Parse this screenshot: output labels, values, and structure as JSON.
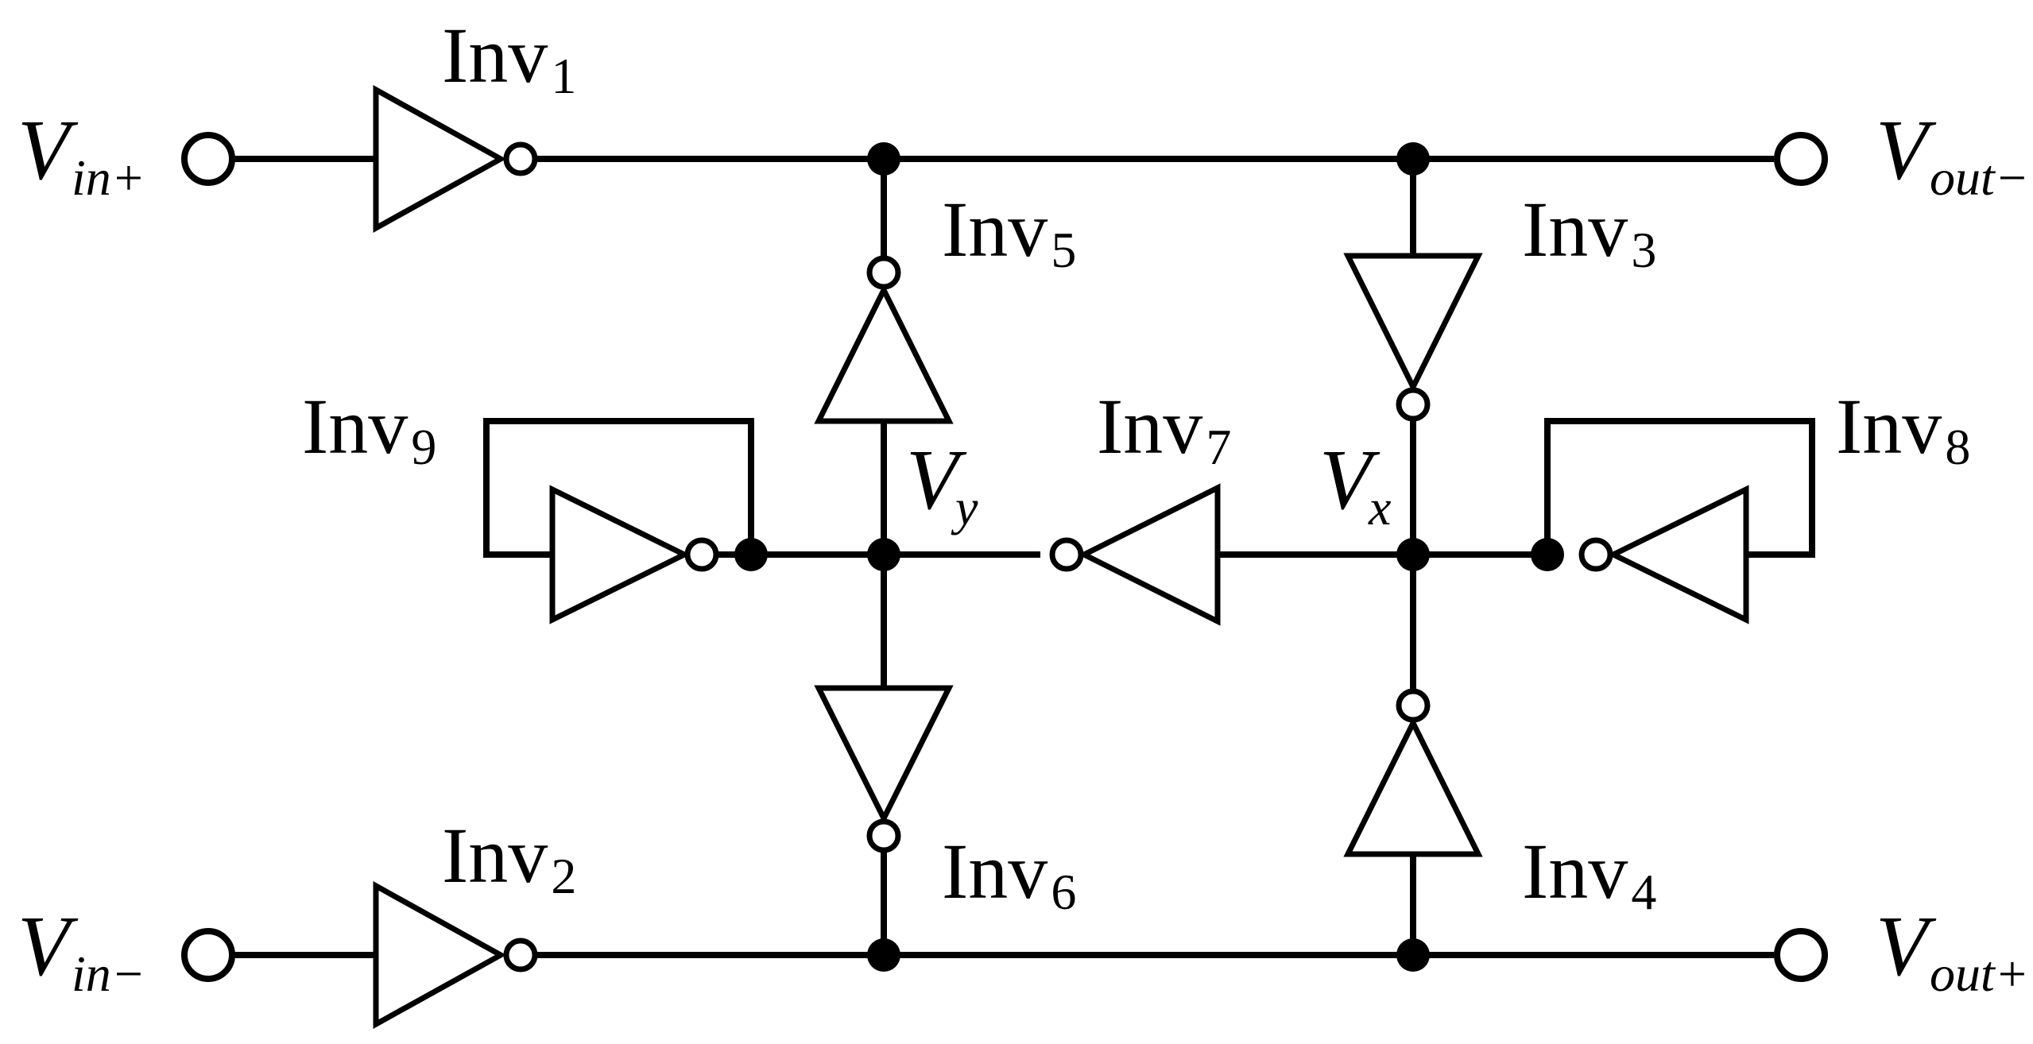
{
  "diagram": {
    "title": "",
    "colors": {
      "line": "#000000",
      "background": "#ffffff"
    },
    "inverters": [
      {
        "id": "inv1",
        "base": "Inv",
        "sub": "1"
      },
      {
        "id": "inv2",
        "base": "Inv",
        "sub": "2"
      },
      {
        "id": "inv3",
        "base": "Inv",
        "sub": "3"
      },
      {
        "id": "inv4",
        "base": "Inv",
        "sub": "4"
      },
      {
        "id": "inv5",
        "base": "Inv",
        "sub": "5"
      },
      {
        "id": "inv6",
        "base": "Inv",
        "sub": "6"
      },
      {
        "id": "inv7",
        "base": "Inv",
        "sub": "7"
      },
      {
        "id": "inv8",
        "base": "Inv",
        "sub": "8"
      },
      {
        "id": "inv9",
        "base": "Inv",
        "sub": "9"
      }
    ],
    "terminals": [
      {
        "id": "vin_plus",
        "base": "V",
        "sub": "in+"
      },
      {
        "id": "vin_minus",
        "base": "V",
        "sub": "in−"
      },
      {
        "id": "vout_minus",
        "base": "V",
        "sub": "out−"
      },
      {
        "id": "vout_plus",
        "base": "V",
        "sub": "out+"
      }
    ],
    "nodes": [
      {
        "id": "vy",
        "base": "V",
        "sub": "y"
      },
      {
        "id": "vx",
        "base": "V",
        "sub": "x"
      }
    ]
  }
}
